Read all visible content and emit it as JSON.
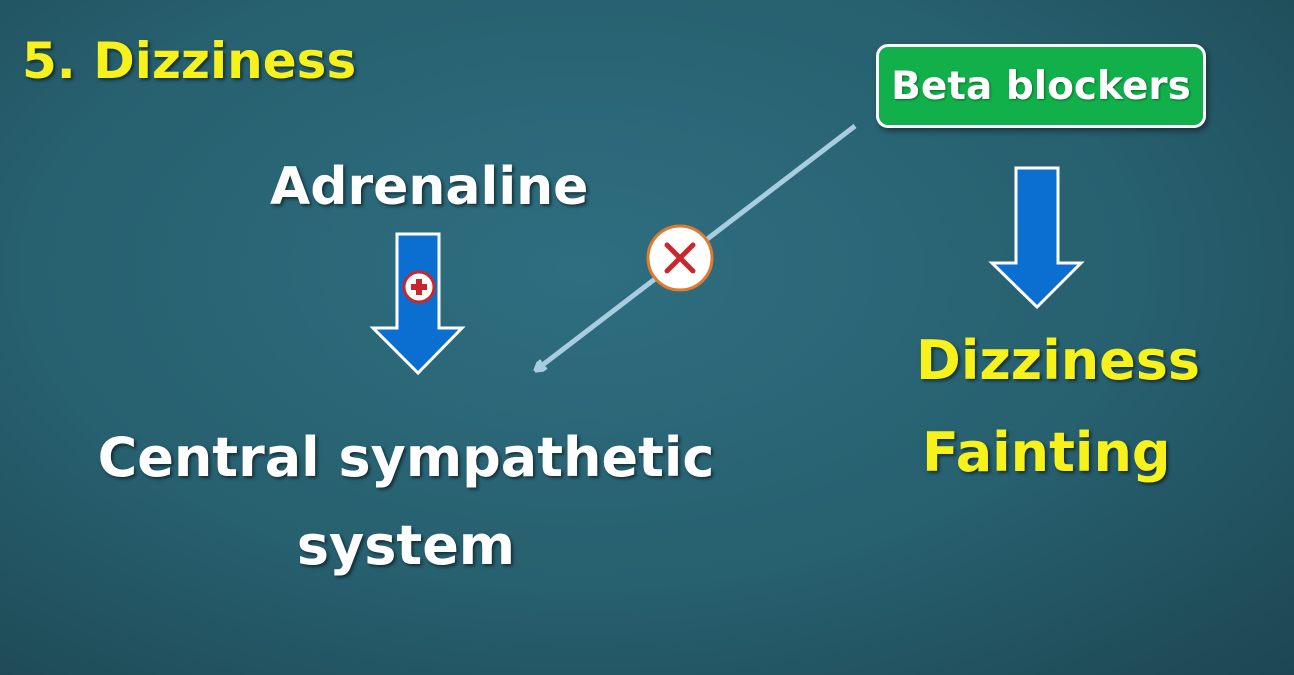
{
  "slide": {
    "title": "5. Dizziness",
    "colors": {
      "background": "#27606f",
      "yellow_text": "#f7f21c",
      "white_text": "#ffffff",
      "arrow_blue": "#0a6fd0",
      "beta_box_green": "#11b04b",
      "block_line": "#a9cde0",
      "stimulate_red": "#c8282d"
    }
  },
  "nodes": {
    "adrenaline": "Adrenaline",
    "central_system": "Central sympathetic system",
    "beta_blockers": "Beta blockers",
    "effects": [
      "Dizziness",
      "Fainting"
    ]
  },
  "icons": {
    "stimulate": "plus-circle-icon",
    "block": "x-circle-icon"
  }
}
